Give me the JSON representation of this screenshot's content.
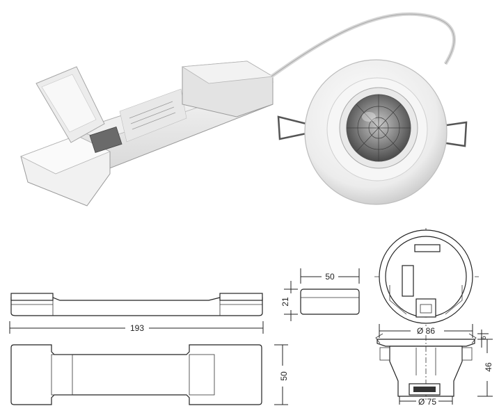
{
  "product_photos": {
    "control_unit_photo": "control-unit",
    "sensor_photo": "ceiling-presence-sensor"
  },
  "dimensions": {
    "unit_length": "193",
    "unit_height": "21",
    "unit_width_top": "50",
    "unit_width_plan": "50",
    "sensor_diameter": "Ø 86",
    "sensor_cutout": "Ø 75",
    "sensor_depth": "46",
    "sensor_flange": "6"
  },
  "colors": {
    "line": "#222222",
    "housing": "#f4f4f4",
    "lens": "#8a8a8a"
  }
}
